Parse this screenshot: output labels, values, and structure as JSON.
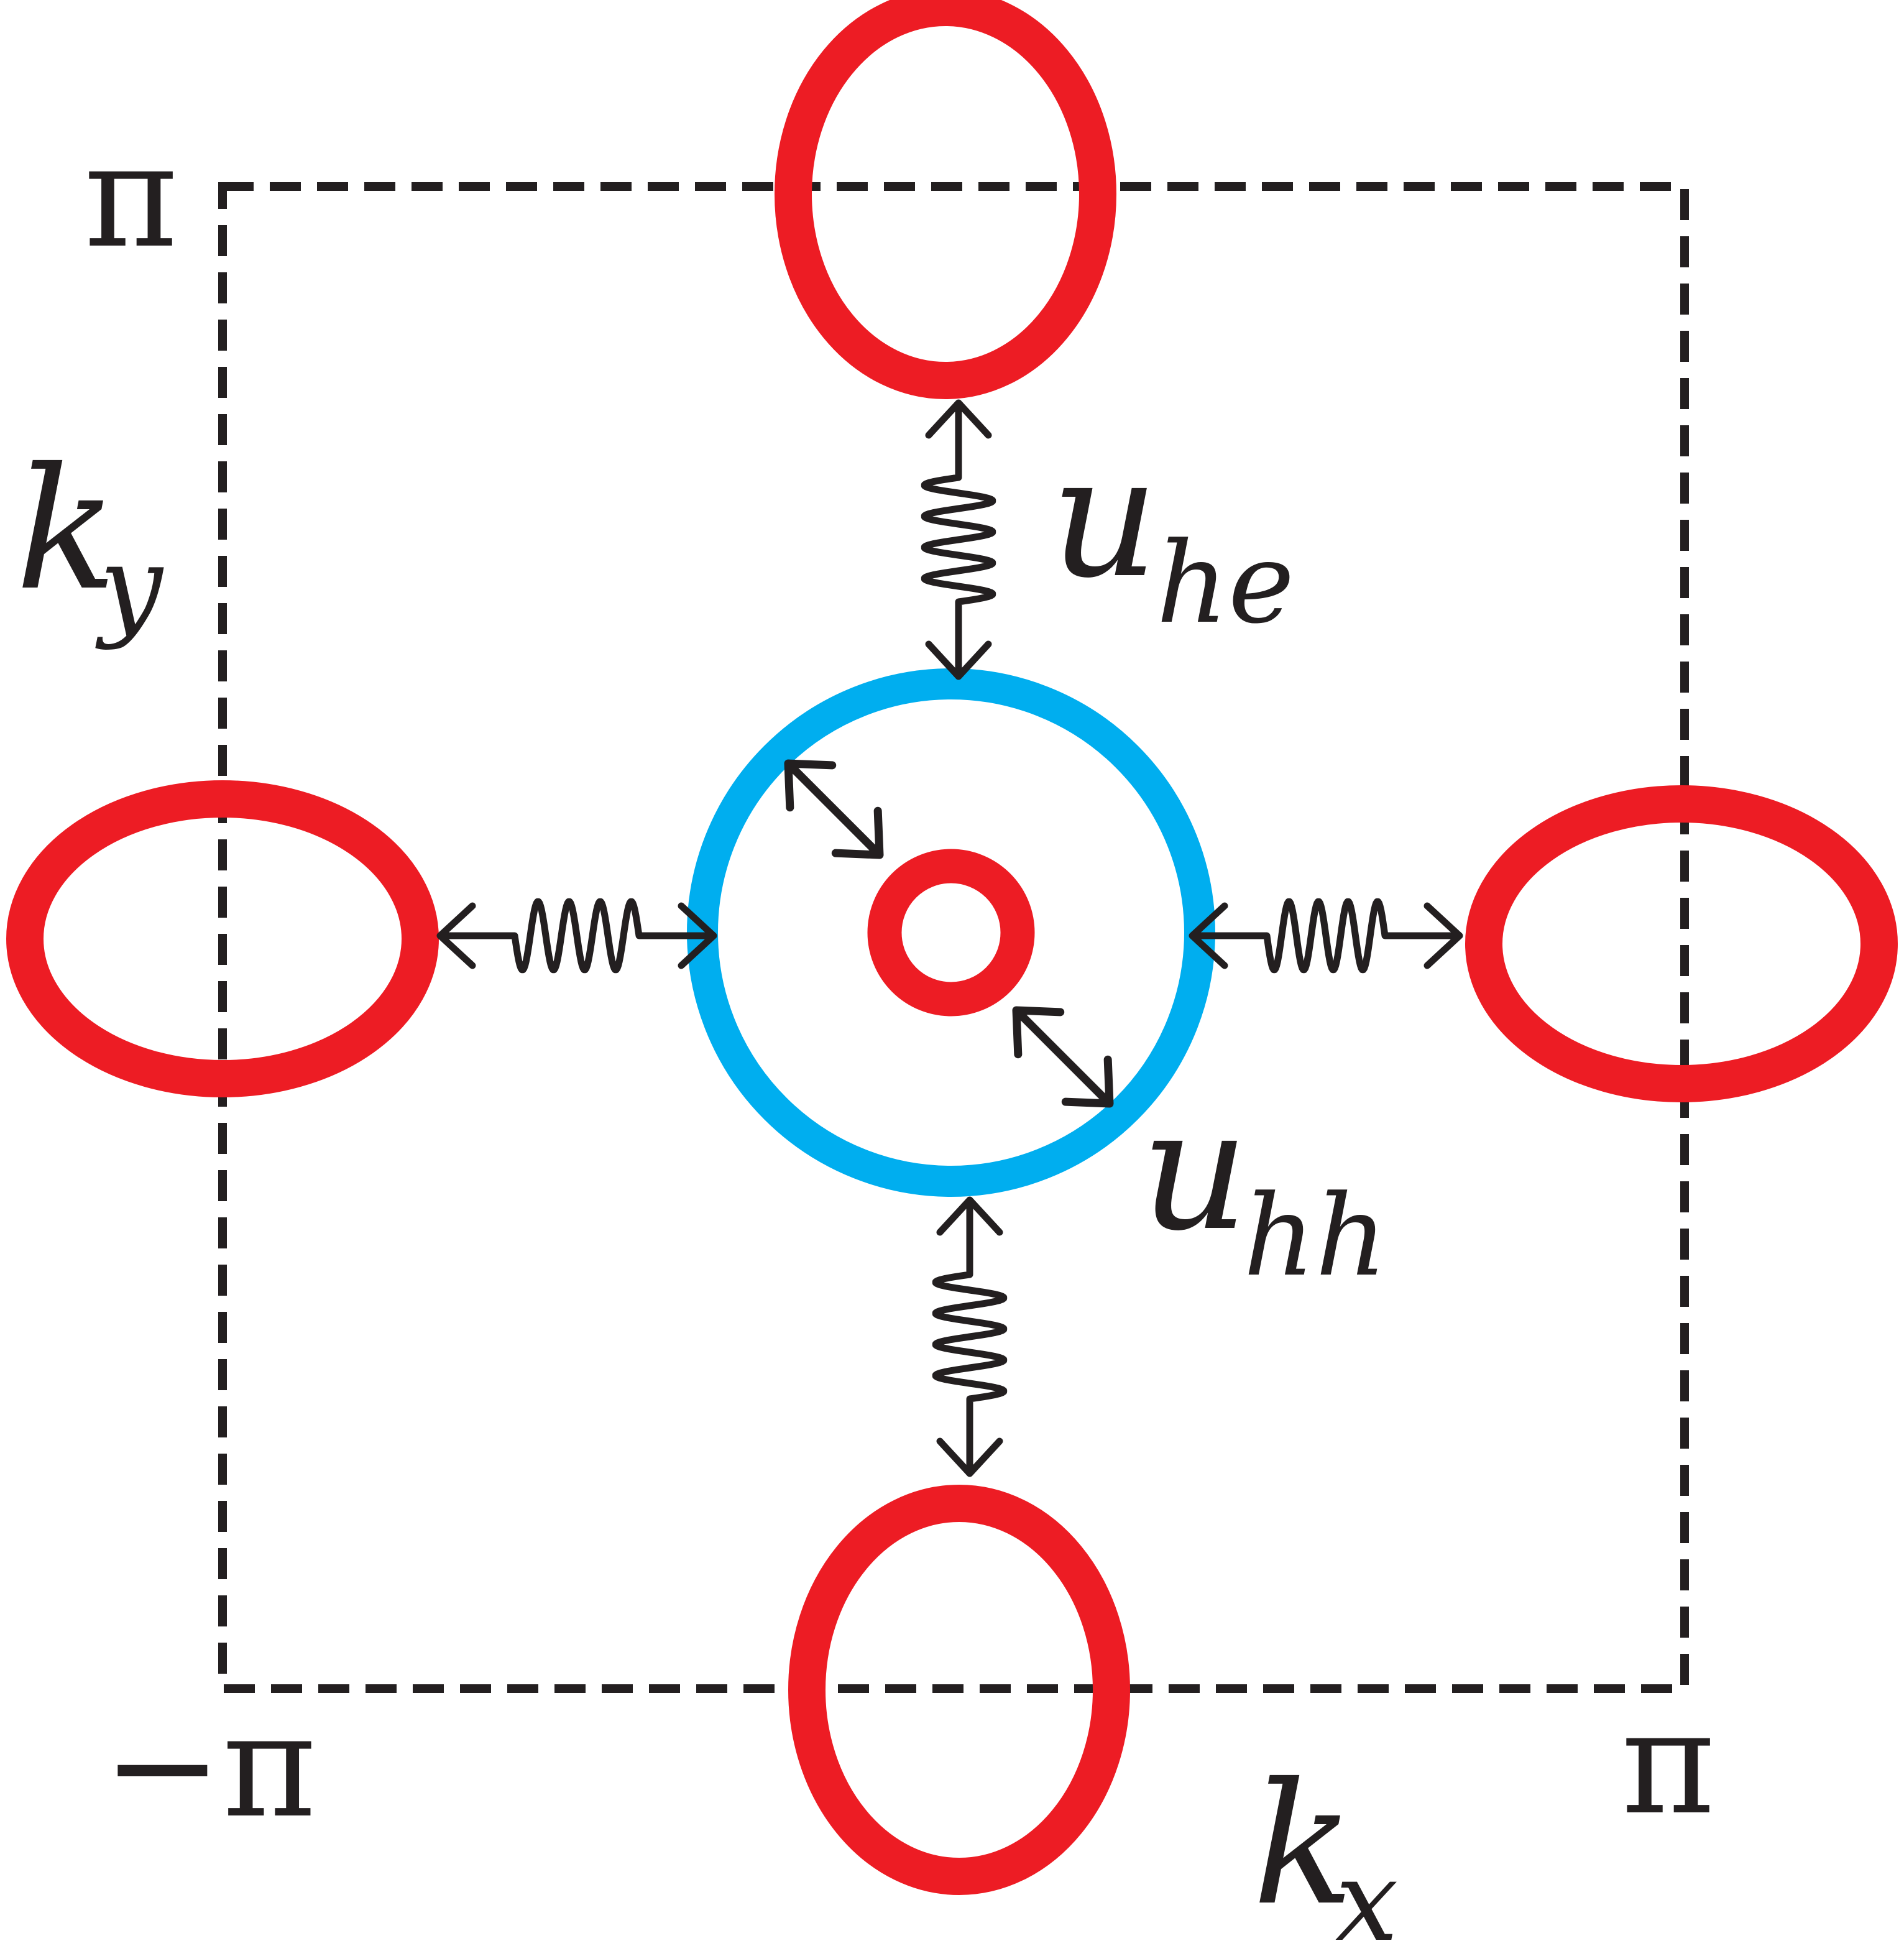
{
  "colors": {
    "electron_pocket": "#ed1c24",
    "hole_pocket_outer": "#00aeef",
    "hole_pocket_inner": "#ed1c24",
    "boundary": "#231f20",
    "interaction": "#231f20",
    "text": "#231f20"
  },
  "labels": {
    "pi_top": "π",
    "minus_pi": "−π",
    "pi_right": "π",
    "ky_main": "k",
    "ky_sub": "y",
    "kx_main": "k",
    "kx_sub": "x",
    "uhe_main": "u",
    "uhe_sub": "he",
    "uhh_main": "u",
    "uhh_sub": "hh"
  }
}
